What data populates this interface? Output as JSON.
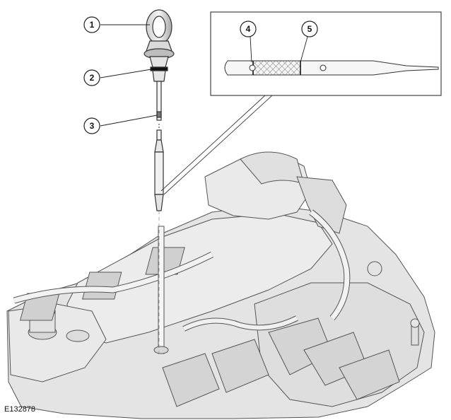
{
  "figure_id": "E132878",
  "callouts": [
    {
      "label": "1"
    },
    {
      "label": "2"
    },
    {
      "label": "3"
    },
    {
      "label": "4"
    },
    {
      "label": "5"
    }
  ]
}
